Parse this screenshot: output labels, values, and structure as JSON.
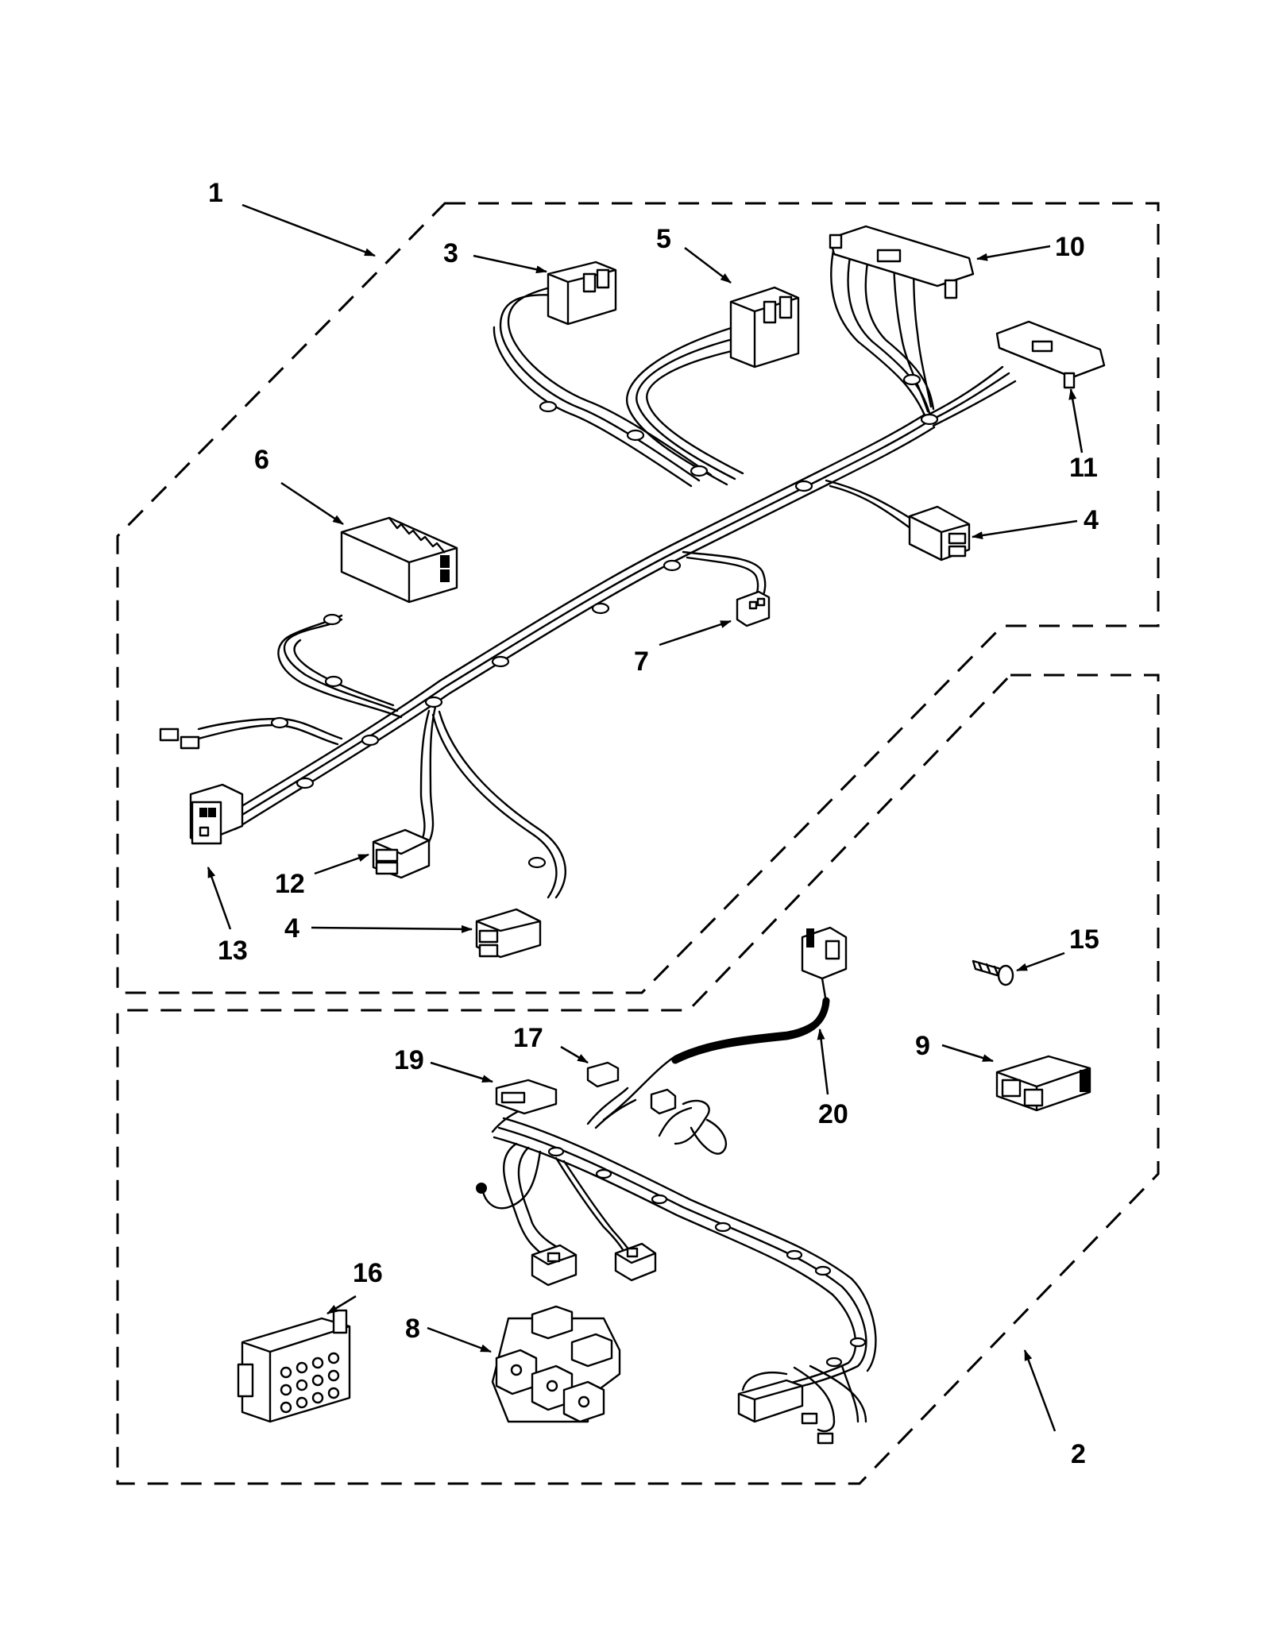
{
  "callouts": {
    "c1": "1",
    "c2": "2",
    "c3": "3",
    "c4a": "4",
    "c4b": "4",
    "c5": "5",
    "c6": "6",
    "c7": "7",
    "c8": "8",
    "c9": "9",
    "c10": "10",
    "c11": "11",
    "c12": "12",
    "c13": "13",
    "c15": "15",
    "c16": "16",
    "c17": "17",
    "c19": "19",
    "c20": "20"
  }
}
